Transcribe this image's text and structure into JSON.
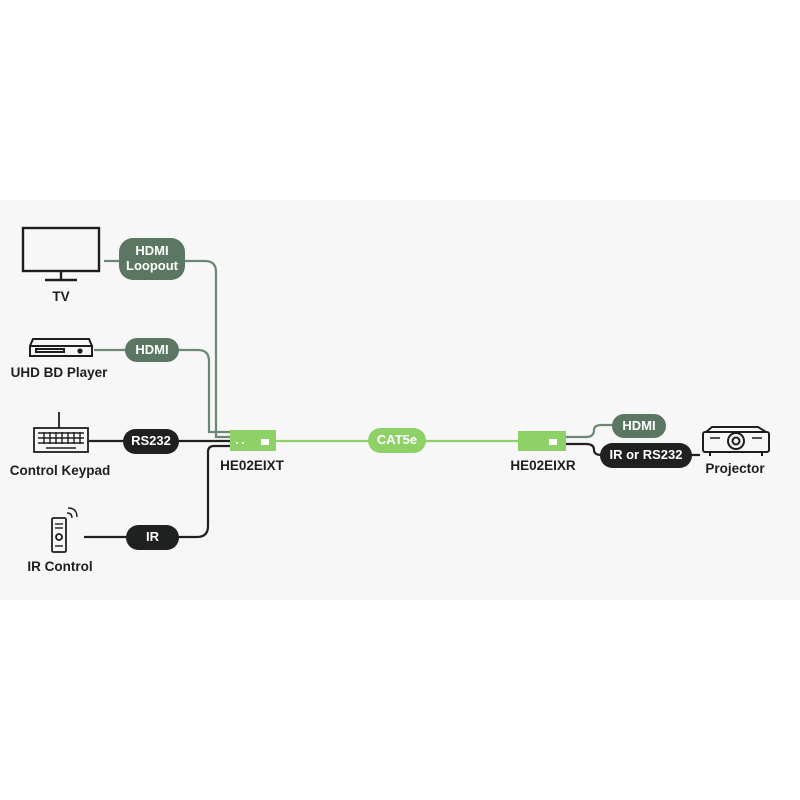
{
  "devices": {
    "tv": "TV",
    "bd_player": "UHD BD Player",
    "keypad": "Control Keypad",
    "ir_control": "IR Control",
    "transmitter": "HE02EIXT",
    "receiver": "HE02EIXR",
    "projector": "Projector"
  },
  "connections": {
    "hdmi_loopout_line1": "HDMI",
    "hdmi_loopout_line2": "Loopout",
    "hdmi_source": "HDMI",
    "rs232": "RS232",
    "ir": "IR",
    "cat5e": "CAT5e",
    "hdmi_out": "HDMI",
    "ir_or_rs232": "IR or RS232"
  },
  "colors": {
    "panel_background": "#f7f7f7",
    "hdmi_line": "#6b8872",
    "hdmi_pill": "#5b7663",
    "control_line": "#1f2121",
    "control_pill": "#1f2121",
    "cat5e_line": "#8ed167",
    "extender_box": "#8ed167"
  }
}
